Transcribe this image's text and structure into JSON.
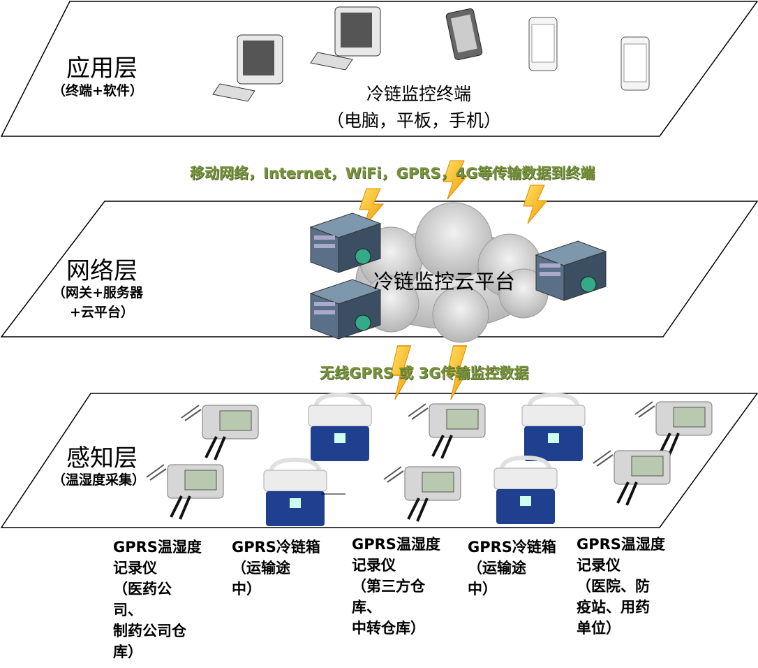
{
  "layers": {
    "application": {
      "title": "应用层",
      "subtitle": "（终端+软件）",
      "label": "冷链监控终端",
      "sublabel": "（电脑，平板，手机）"
    },
    "network": {
      "title": "网络层",
      "subtitle_line1": "（网关+服务器",
      "subtitle_line2": "+云平台）",
      "cloud_label": "冷链监控云平台"
    },
    "perception": {
      "title": "感知层",
      "subtitle": "（温湿度采集）"
    }
  },
  "links": {
    "top": "移动网络，Internet，WiFi，GPRS，4G等传输数据到终端",
    "bottom": "无线GPRS 或 3G传输监控数据"
  },
  "captions": [
    "GPRS温湿度\n记录仪\n（医药公\n司、\n制药公司仓\n库）",
    "GPRS冷链箱\n（运输途\n中）",
    "GPRS温湿度\n记录仪\n（第三方仓\n库、\n中转仓库）",
    "GPRS冷链箱\n（运输途\n中）",
    "GPRS温湿度\n记录仪\n（医院、防\n疫站、用药\n单位）"
  ],
  "colors": {
    "link_text": "#77933c",
    "lightning": "#f5b800",
    "cloud": "#c8c8c8",
    "cooler_blue": "#1f3f8f"
  }
}
